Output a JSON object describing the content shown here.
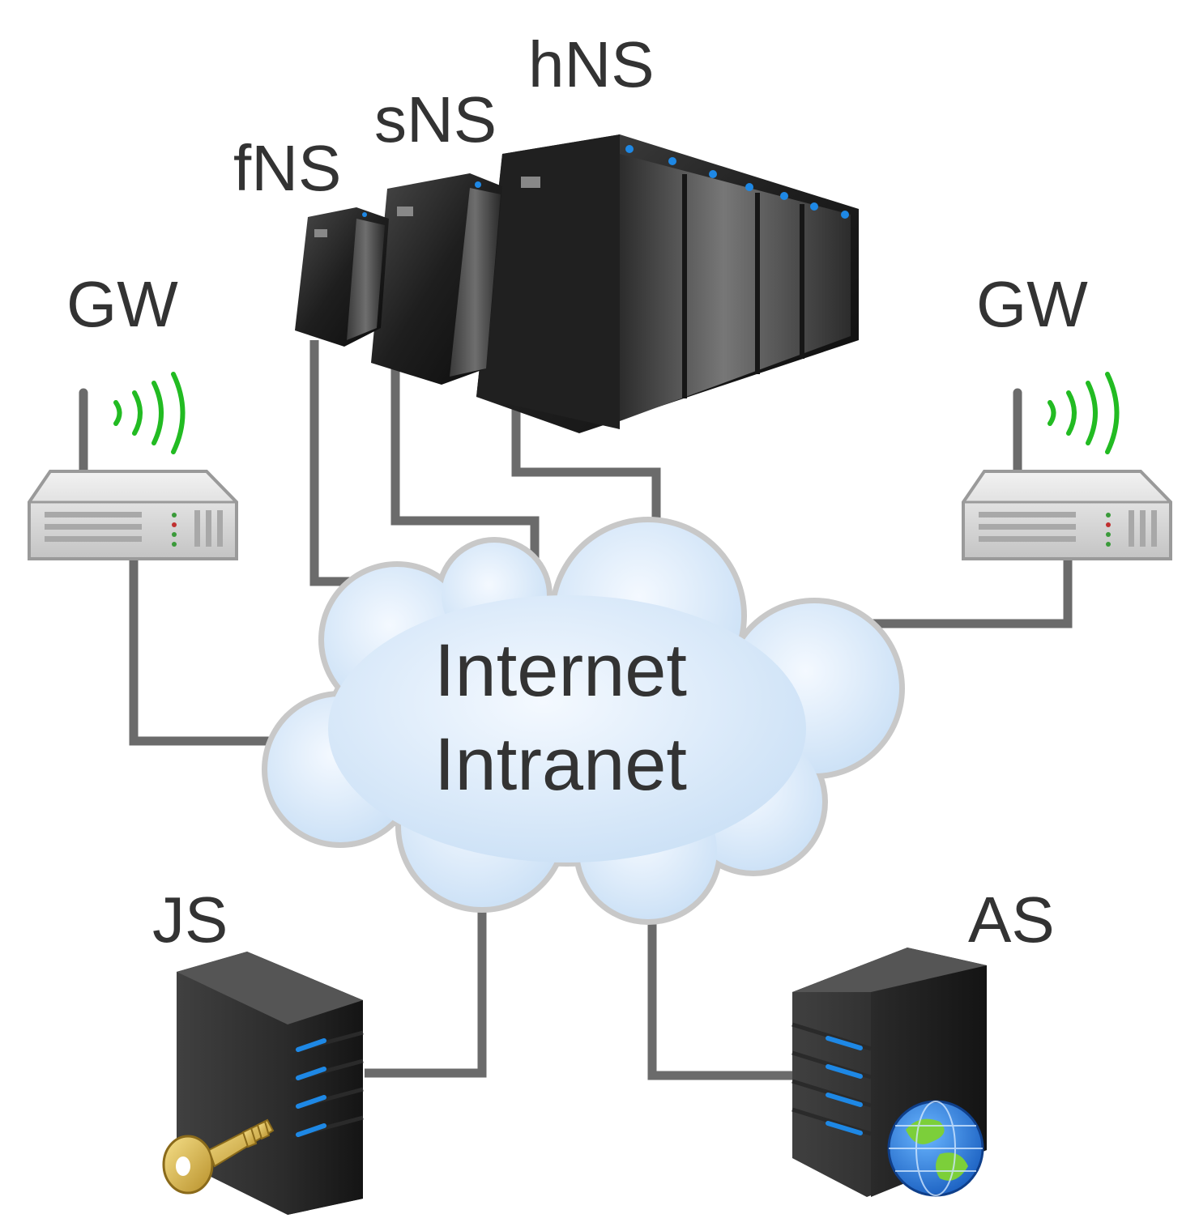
{
  "labels": {
    "hns": "hNS",
    "sns": "sNS",
    "fns": "fNS",
    "gw_left": "GW",
    "gw_right": "GW",
    "cloud_line1": "Internet",
    "cloud_line2": "Intranet",
    "js": "JS",
    "as": "AS"
  },
  "colors": {
    "connector": "#6b6b6b",
    "cloud_fill": "#d9e9f8",
    "cloud_stroke": "#c8c8c8",
    "text": "#333333",
    "signal": "#22bb22",
    "server_led": "#1e88e5"
  },
  "icons": {
    "hns": "rack-server-icon",
    "sns": "rack-server-icon",
    "fns": "rack-server-icon",
    "gw": "wireless-router-icon",
    "js": "tower-server-icon",
    "js_badge": "key-icon",
    "as": "tower-server-icon",
    "as_badge": "globe-icon"
  }
}
